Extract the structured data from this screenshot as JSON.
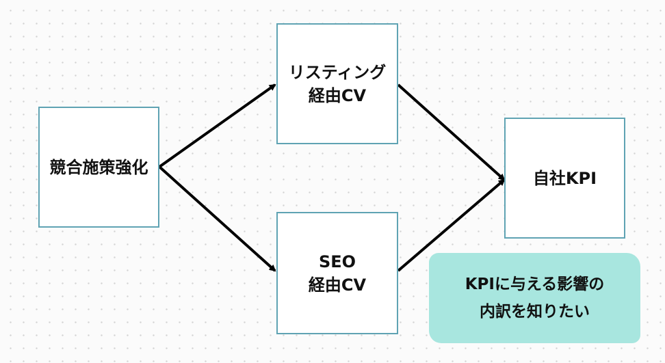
{
  "diagram": {
    "nodes": {
      "source": "競合施策強化",
      "listing": "リスティング\n経由CV",
      "seo": "SEO\n経由CV",
      "kpi": "自社KPI"
    },
    "edges": [
      {
        "from": "source",
        "to": "listing"
      },
      {
        "from": "source",
        "to": "seo"
      },
      {
        "from": "listing",
        "to": "kpi"
      },
      {
        "from": "seo",
        "to": "kpi"
      }
    ],
    "note": "KPIに与える影響の\n内訳を知りたい"
  },
  "colors": {
    "node_border": "#5fa3b3",
    "arrow": "#000000",
    "note_background": "#a8e6df"
  }
}
